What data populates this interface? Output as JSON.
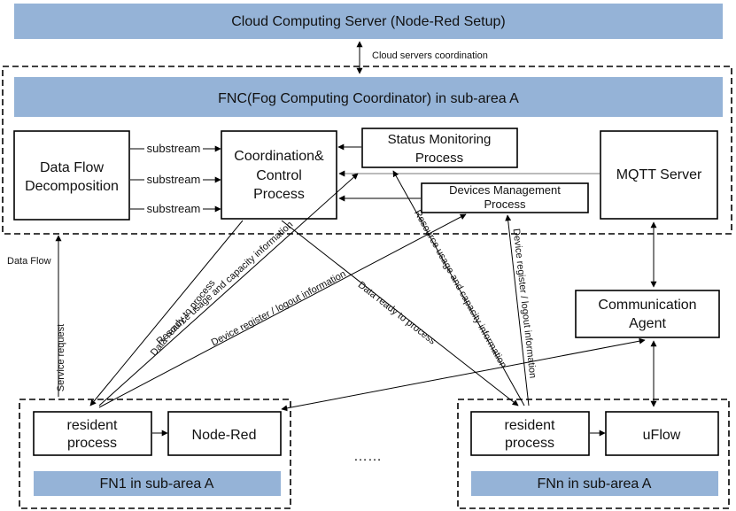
{
  "cloud_bar": {
    "label": "Cloud Computing Server (Node-Red Setup)"
  },
  "cloud_link": {
    "label": "Cloud servers coordination"
  },
  "fnc_bar": {
    "label": "FNC(Fog Computing Coordinator) in sub-area A"
  },
  "boxes": {
    "data_flow_decomposition": [
      "Data Flow",
      "Decomposition"
    ],
    "coordination_control": [
      "Coordination&",
      "Control",
      "Process"
    ],
    "status_monitoring": [
      "Status Monitoring",
      "Process"
    ],
    "devices_management": [
      "Devices Management",
      "Process"
    ],
    "mqtt_server": [
      "MQTT Server"
    ],
    "communication_agent": [
      "Communication",
      "Agent"
    ],
    "resident_process_1": [
      "resident",
      "process"
    ],
    "node_red": [
      "Node-Red"
    ],
    "resident_process_n": [
      "resident",
      "process"
    ],
    "uflow": [
      "uFlow"
    ]
  },
  "substreams": [
    "substream",
    "substream",
    "substream"
  ],
  "edge_labels": {
    "data_flow": "Data Flow",
    "service_request": "Service request",
    "data_ready_1": "Data ready to process",
    "resource_usage_1": "Resource usage and capacity information",
    "device_register_1": "Device register / logout information",
    "data_ready_n": "Data ready to process",
    "resource_usage_n": "Resource usage and capacity information",
    "device_register_n": "Device register / logout information"
  },
  "fn1_bar": {
    "label": "FN1 in sub-area A"
  },
  "fnn_bar": {
    "label": "FNn in sub-area A"
  },
  "ellipsis": "……"
}
